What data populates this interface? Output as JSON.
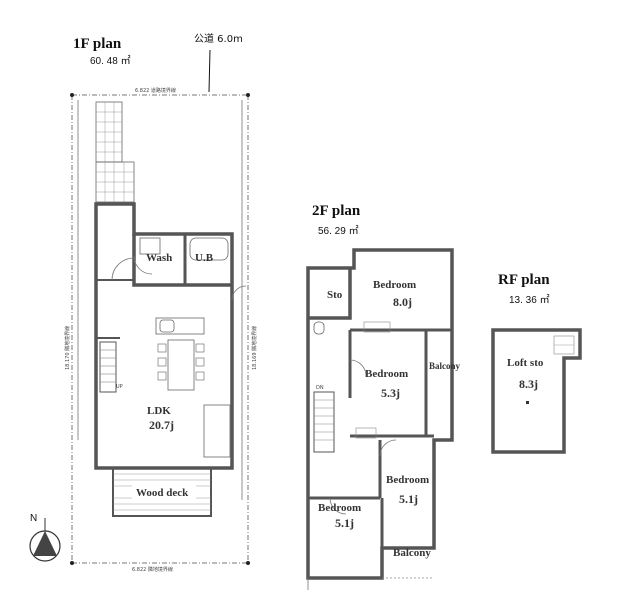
{
  "road": {
    "label": "公道 6.0m"
  },
  "compass": {
    "label": "N"
  },
  "floor1": {
    "title": "1F plan",
    "area": "60. 48 ㎡",
    "boundary_top": "6.822 道路境界線",
    "boundary_bottom": "6.822 隣地境界線",
    "boundary_left": "18.170 隣地境界線",
    "boundary_right": "18.169 隣地境界線",
    "rooms": {
      "wash": "Wash",
      "ub": "U.B",
      "ldk": "LDK",
      "ldk_size": "20.7j",
      "wood_deck": "Wood deck",
      "up": "UP"
    }
  },
  "floor2": {
    "title": "2F plan",
    "area": "56. 29 ㎡",
    "rooms": {
      "sto": "Sto",
      "bedroom_a": "Bedroom",
      "bedroom_a_size": "8.0j",
      "bedroom_b": "Bedroom",
      "bedroom_b_size": "5.3j",
      "balcony_a": "Balcony",
      "bedroom_c": "Bedroom",
      "bedroom_c_size": "5.1j",
      "bedroom_d": "Bedroom",
      "bedroom_d_size": "5.1j",
      "balcony_b": "Balcony",
      "dn": "DN"
    }
  },
  "floorR": {
    "title": "RF plan",
    "area": "13. 36 ㎡",
    "rooms": {
      "loft": "Loft sto",
      "loft_size": "8.3j"
    }
  }
}
